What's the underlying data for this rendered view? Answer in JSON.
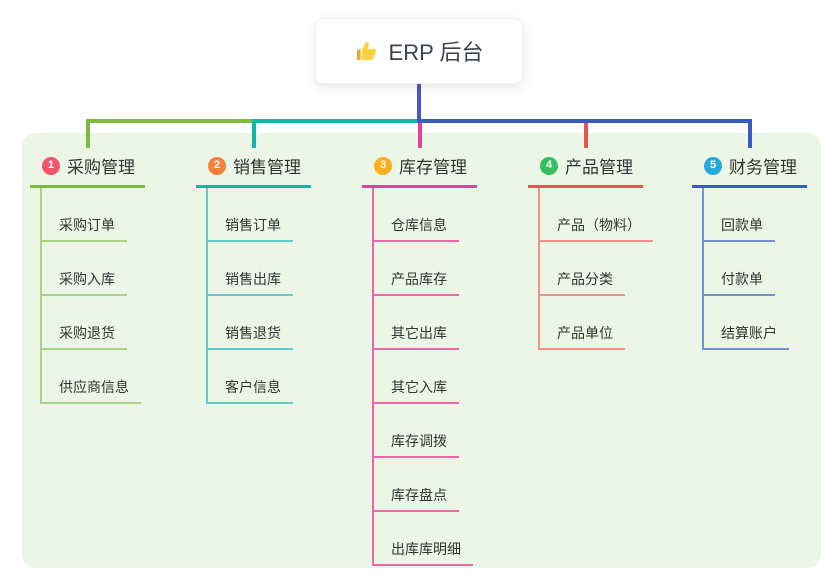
{
  "root": {
    "label": "ERP 后台",
    "icon": "thumbs-up-icon",
    "icon_color": "#fdd13f"
  },
  "branches": [
    {
      "index": "1",
      "label": "采购管理",
      "badge_color": "#f2566a",
      "line_color": "#7cbb3f",
      "child_line_color": "#a9d282",
      "children": [
        "采购订单",
        "采购入库",
        "采购退货",
        "供应商信息"
      ]
    },
    {
      "index": "2",
      "label": "销售管理",
      "badge_color": "#f2803f",
      "line_color": "#16b3a7",
      "child_line_color": "#5ecec6",
      "children": [
        "销售订单",
        "销售出库",
        "销售退货",
        "客户信息"
      ]
    },
    {
      "index": "3",
      "label": "库存管理",
      "badge_color": "#f9b021",
      "line_color": "#e0419a",
      "child_line_color": "#ee67a8",
      "children": [
        "仓库信息",
        "产品库存",
        "其它出库",
        "其它入库",
        "库存调拨",
        "库存盘点",
        "出库库明细"
      ]
    },
    {
      "index": "4",
      "label": "产品管理",
      "badge_color": "#35c05d",
      "line_color": "#e95450",
      "child_line_color": "#f4908c",
      "children": [
        "产品（物料）",
        "产品分类",
        "产品单位"
      ]
    },
    {
      "index": "5",
      "label": "财务管理",
      "badge_color": "#28a8dc",
      "line_color": "#3a5bc4",
      "child_line_color": "#7a8fd0",
      "children": [
        "回款单",
        "付款单",
        "结算账户"
      ]
    }
  ],
  "colors": {
    "canvas_bg": "#ffffff",
    "panel_bg": "#ecf6e7",
    "root_connector": "#4759c4",
    "text": "#333333"
  }
}
